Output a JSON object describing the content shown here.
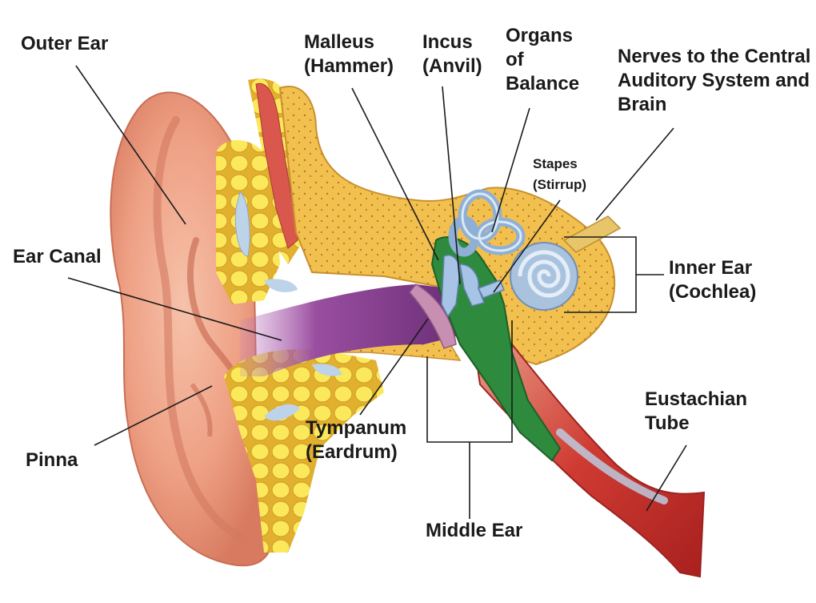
{
  "diagram": {
    "labels": {
      "outer_ear": [
        "Outer Ear"
      ],
      "malleus": [
        "Malleus",
        "(Hammer)"
      ],
      "incus": [
        "Incus",
        "(Anvil)"
      ],
      "organs_of_balance": [
        "Organs",
        "of",
        "Balance"
      ],
      "nerves": [
        "Nerves to the Central",
        "Auditory System and",
        "Brain"
      ],
      "stapes": [
        "Stapes",
        "(Stirrup)"
      ],
      "ear_canal": [
        "Ear Canal"
      ],
      "inner_ear": [
        "Inner Ear",
        "(Cochlea)"
      ],
      "eustachian_tube": [
        "Eustachian",
        "Tube"
      ],
      "tympanum": [
        "Tympanum",
        "(Eardrum)"
      ],
      "pinna": [
        "Pinna"
      ],
      "middle_ear": [
        "Middle Ear"
      ]
    },
    "colors": {
      "skin": "#f0a98f",
      "skin_shadow": "#d9785f",
      "bone": "#f2c04f",
      "fat": "#f7e24a",
      "canal": "#7b3f86",
      "middle_ear": "#2e8b3d",
      "tube": "#c8312e",
      "ossicle": "#a7c4e6",
      "cochlea": "#a9c3df"
    }
  }
}
